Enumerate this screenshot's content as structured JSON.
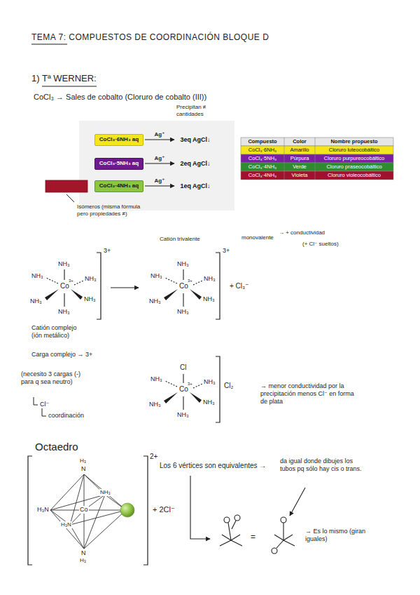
{
  "diagram": {
    "title": "TEMA 7: COMPUESTOS DE COORDINACIÓN BLOQUE D",
    "nodes": [
      {
        "text": [
          "CoCl₃·6NH₃ aq"
        ]
      },
      {
        "text": [
          "3eq AgCl↓"
        ]
      },
      {
        "text": [
          "CoCl₃·5NH₃ aq"
        ]
      },
      {
        "text": [
          "2eq AgCl↓"
        ]
      },
      {
        "text": [
          "CoCl₃·4NH₃ aq"
        ]
      },
      {
        "text": [
          "1eq AgCl↓"
        ]
      }
    ],
    "edges": [
      {
        "from": 0,
        "to": 1,
        "arrow": "to",
        "label": "Ag⁺"
      },
      {
        "from": 2,
        "to": 3,
        "arrow": "to",
        "label": "Ag⁺"
      },
      {
        "from": 4,
        "to": 5,
        "arrow": "to",
        "label": "Ag⁺"
      }
    ],
    "labels": [
      "1) Tª WERNER:",
      "CoCl₃ → Sales de cobalto (Cloruro de cobalto (III))",
      "Precipitan ≠ cantidades",
      "Isómeros (misma fórmula pero propiedades ≠)",
      "Compuesto",
      "Color",
      "Nombre propuesto",
      "CoCl₃·6NH₃",
      "Amarillo",
      "Cloruro luteocobáltico",
      "CoCl₃·5NH₃",
      "Púrpura",
      "Cloruro purpureocobáltico",
      "CoCl₃·4NH₃",
      "Verde",
      "Cloruro praseocobáltico",
      "CoCl₃·4NH₃",
      "Violeta",
      "Cloruro violeocobáltico",
      "Catión trivalente",
      "monovalente",
      "→ + conductividad",
      "(+ Cl⁻ sueltos)",
      "NH₃",
      "NH₃",
      "NH₃",
      "Co",
      "3+",
      "NH₃",
      "NH₃",
      "NH₃",
      "3+",
      "NH₃",
      "NH₃",
      "NH₃",
      "Co",
      "3+",
      "NH₃",
      "NH₃",
      "NH₃",
      "3+",
      "+ Cl₃⁻",
      "Catión complejo (ión metálico)",
      "Carga complejo → 3+",
      "(necesito 3 cargas (-) para q sea neutro)",
      "Cl⁻",
      "coordinación",
      "Cl",
      "NH₃",
      "NH₃",
      "Co",
      "3+",
      "NH₃",
      "NH₃",
      "NH₃",
      "Cl₂",
      "→ menor conductividad por la precipitación menos Cl⁻ en forma de plata",
      "Octaedro",
      "H₃",
      "N",
      "NH₃",
      "H₃N",
      "Co",
      "H₃N",
      "N",
      "H₃",
      "2+",
      "+ 2Cl⁻",
      "Los 6 vértices son equivalentes →",
      "da igual donde dibujes los tubos pq sólo hay cis o trans.",
      "=",
      "→ Es lo mismo (giran iguales)"
    ]
  }
}
